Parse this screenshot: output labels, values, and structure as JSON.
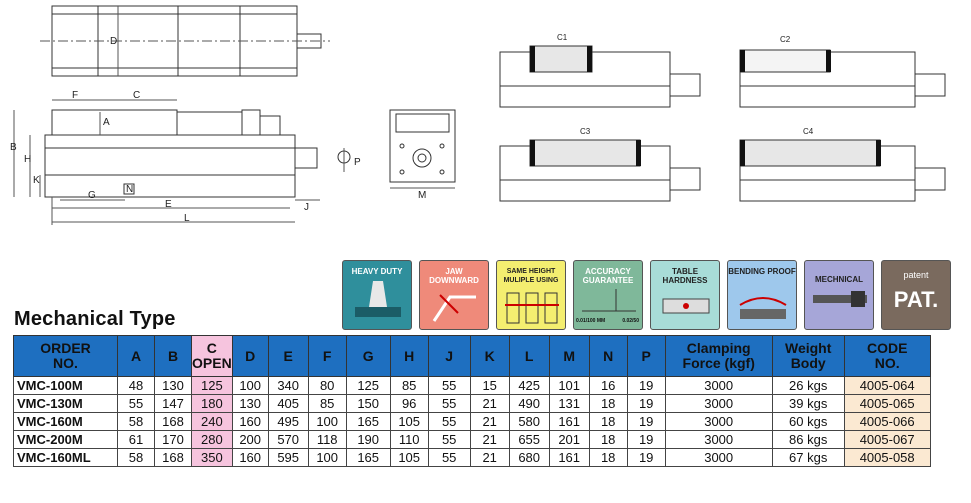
{
  "drawing_labels": {
    "D": "D",
    "F": "F",
    "C": "C",
    "A": "A",
    "B": "B",
    "H": "H",
    "K": "K",
    "N": "N",
    "G": "G",
    "E": "E",
    "L": "L",
    "J": "J",
    "P": "P",
    "M": "M",
    "C1": "C1",
    "C2": "C2",
    "C3": "C3",
    "C4": "C4"
  },
  "badges": [
    {
      "label": "HEAVY DUTY",
      "color": "#2f8f9c",
      "icon": "vise-hammer-icon"
    },
    {
      "label": "JAW DOWNWARD",
      "color": "#ef8a7a",
      "icon": "jaw-downward-icon"
    },
    {
      "label": "SAME HEIGHT MULIPLE USING",
      "color": "#f4ee70",
      "icon": "multiple-vise-icon"
    },
    {
      "label": "ACCURACY GUARANTEE",
      "color": "#7fb89a",
      "icon": "accuracy-gauge-icon"
    },
    {
      "label": "TABLE HARDNESS",
      "color": "#a8dcd8",
      "icon": "hardness-icon"
    },
    {
      "label": "BENDING PROOF",
      "color": "#9ec8ec",
      "icon": "bending-proof-icon"
    },
    {
      "label": "MECHNICAL",
      "color": "#a6a6d8",
      "icon": "mechanical-screw-icon"
    },
    {
      "label": "patent",
      "sublabel": "PAT.",
      "color": "#7a6a5e",
      "icon": "patent-icon"
    }
  ],
  "accuracy_values": [
    "0.01/100 MM",
    "0.02/50"
  ],
  "title": "Mechanical Type",
  "table": {
    "headers": [
      "ORDER NO.",
      "A",
      "B",
      "C OPEN",
      "D",
      "E",
      "F",
      "G",
      "H",
      "J",
      "K",
      "L",
      "M",
      "N",
      "P",
      "Clamping Force (kgf)",
      "Weight Body",
      "CODE NO."
    ],
    "rows": [
      [
        "VMC-100M",
        "48",
        "130",
        "125",
        "100",
        "340",
        "80",
        "125",
        "85",
        "55",
        "15",
        "425",
        "101",
        "16",
        "19",
        "3000",
        "26 kgs",
        "4005-064"
      ],
      [
        "VMC-130M",
        "55",
        "147",
        "180",
        "130",
        "405",
        "85",
        "150",
        "96",
        "55",
        "21",
        "490",
        "131",
        "18",
        "19",
        "3000",
        "39 kgs",
        "4005-065"
      ],
      [
        "VMC-160M",
        "58",
        "168",
        "240",
        "160",
        "495",
        "100",
        "165",
        "105",
        "55",
        "21",
        "580",
        "161",
        "18",
        "19",
        "3000",
        "60 kgs",
        "4005-066"
      ],
      [
        "VMC-200M",
        "61",
        "170",
        "280",
        "200",
        "570",
        "118",
        "190",
        "110",
        "55",
        "21",
        "655",
        "201",
        "18",
        "19",
        "3000",
        "86 kgs",
        "4005-067"
      ],
      [
        "VMC-160ML",
        "58",
        "168",
        "350",
        "160",
        "595",
        "100",
        "165",
        "105",
        "55",
        "21",
        "680",
        "161",
        "18",
        "19",
        "3000",
        "67 kgs",
        "4005-058"
      ]
    ]
  }
}
